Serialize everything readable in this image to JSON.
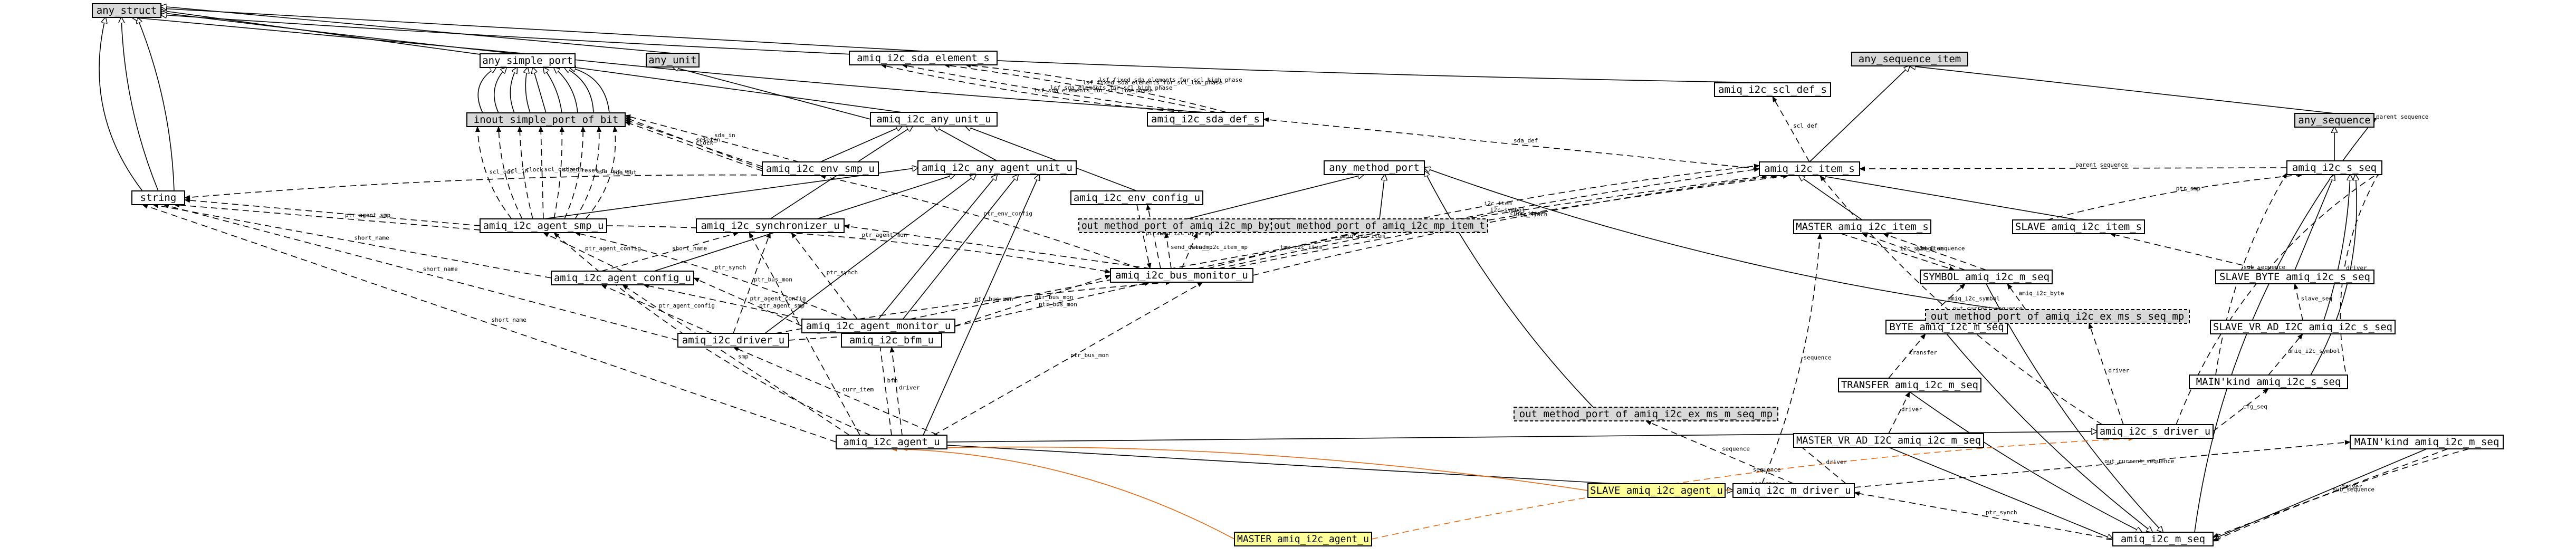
{
  "diagram": {
    "nodes": [
      {
        "id": "any_struct",
        "label": "any_struct",
        "style": "gray"
      },
      {
        "id": "any_simple_port",
        "label": "any_simple_port",
        "style": "white"
      },
      {
        "id": "any_unit",
        "label": "any_unit",
        "style": "gray"
      },
      {
        "id": "amiq_i2c_sda_element_s",
        "label": "amiq_i2c_sda_element_s",
        "style": "white"
      },
      {
        "id": "inout_simple_port_of_bit",
        "label": "inout simple_port of bit",
        "style": "gray"
      },
      {
        "id": "amiq_i2c_any_unit_u",
        "label": "amiq_i2c_any_unit_u",
        "style": "white"
      },
      {
        "id": "amiq_i2c_sda_def_s",
        "label": "amiq_i2c_sda_def_s",
        "style": "white"
      },
      {
        "id": "amiq_i2c_scl_def_s",
        "label": "amiq_i2c_scl_def_s",
        "style": "white"
      },
      {
        "id": "any_sequence_item",
        "label": "any_sequence_item",
        "style": "gray"
      },
      {
        "id": "any_sequence",
        "label": "any_sequence",
        "style": "gray"
      },
      {
        "id": "amiq_i2c_env_smp_u",
        "label": "amiq_i2c_env_smp_u",
        "style": "white"
      },
      {
        "id": "amiq_i2c_any_agent_unit_u",
        "label": "amiq_i2c_any_agent_unit_u",
        "style": "white"
      },
      {
        "id": "any_method_port",
        "label": "any_method_port",
        "style": "white"
      },
      {
        "id": "amiq_i2c_item_s",
        "label": "amiq_i2c_item_s",
        "style": "white"
      },
      {
        "id": "amiq_i2c_s_seq",
        "label": "amiq_i2c_s_seq",
        "style": "white"
      },
      {
        "id": "string",
        "label": "string",
        "style": "white"
      },
      {
        "id": "amiq_i2c_env_config_u",
        "label": "amiq_i2c_env_config_u",
        "style": "white"
      },
      {
        "id": "omp_byte",
        "label": "out method_port of amiq_i2c_mp_byte_t",
        "style": "dashed-gray"
      },
      {
        "id": "omp_item",
        "label": "out method_port of amiq_i2c_mp_item_t",
        "style": "dashed-gray"
      },
      {
        "id": "master_item",
        "label": "MASTER amiq_i2c_item_s",
        "style": "white"
      },
      {
        "id": "slave_item",
        "label": "SLAVE amiq_i2c_item_s",
        "style": "white"
      },
      {
        "id": "amiq_i2c_agent_smp_u",
        "label": "amiq_i2c_agent_smp_u",
        "style": "white"
      },
      {
        "id": "amiq_i2c_synchronizer_u",
        "label": "amiq_i2c_synchronizer_u",
        "style": "white"
      },
      {
        "id": "amiq_i2c_bus_monitor_u",
        "label": "amiq_i2c_bus_monitor_u",
        "style": "white"
      },
      {
        "id": "symbol_m_seq",
        "label": "SYMBOL amiq_i2c_m_seq",
        "style": "white"
      },
      {
        "id": "slave_byte_s_seq",
        "label": "SLAVE_BYTE amiq_i2c_s_seq",
        "style": "white"
      },
      {
        "id": "amiq_i2c_agent_config_u",
        "label": "amiq_i2c_agent_config_u",
        "style": "white"
      },
      {
        "id": "byte_m_seq",
        "label": "BYTE amiq_i2c_m_seq",
        "style": "white"
      },
      {
        "id": "omp_ms_seq",
        "label": "out method_port of amiq_i2c_ex_ms_s_seq_mp",
        "style": "dashed-gray"
      },
      {
        "id": "slave_vr_ad_s_seq",
        "label": "SLAVE_VR_AD_I2C amiq_i2c_s_seq",
        "style": "white"
      },
      {
        "id": "amiq_i2c_agent_monitor_u",
        "label": "amiq_i2c_agent_monitor_u",
        "style": "white"
      },
      {
        "id": "amiq_i2c_driver_u",
        "label": "amiq_i2c_driver_u",
        "style": "white"
      },
      {
        "id": "amiq_i2c_bfm_u",
        "label": "amiq_i2c_bfm_u",
        "style": "white"
      },
      {
        "id": "transfer_m_seq",
        "label": "TRANSFER amiq_i2c_m_seq",
        "style": "white"
      },
      {
        "id": "main_s_seq",
        "label": "MAIN'kind amiq_i2c_s_seq",
        "style": "white"
      },
      {
        "id": "omp_m_seq",
        "label": "out method_port of amiq_i2c_ex_ms_m_seq_mp",
        "style": "dashed-gray"
      },
      {
        "id": "amiq_i2c_s_driver_u",
        "label": "amiq_i2c_s_driver_u",
        "style": "white"
      },
      {
        "id": "amiq_i2c_agent_u",
        "label": "amiq_i2c_agent_u",
        "style": "white"
      },
      {
        "id": "master_vr_ad_m_seq",
        "label": "MASTER_VR_AD_I2C amiq_i2c_m_seq",
        "style": "white"
      },
      {
        "id": "main_m_seq",
        "label": "MAIN'kind amiq_i2c_m_seq",
        "style": "white"
      },
      {
        "id": "slave_agent",
        "label": "SLAVE amiq_i2c_agent_u",
        "style": "yellow"
      },
      {
        "id": "amiq_i2c_m_driver_u",
        "label": "amiq_i2c_m_driver_u",
        "style": "white"
      },
      {
        "id": "master_agent",
        "label": "MASTER amiq_i2c_agent_u",
        "style": "yellow"
      },
      {
        "id": "amiq_i2c_m_seq",
        "label": "amiq_i2c_m_seq",
        "style": "white"
      }
    ],
    "edges": [
      {
        "id": "e1",
        "label": "lsf_sda_elements_for_scl_low_phase"
      },
      {
        "id": "e2",
        "label": "lsf_sda_elements_for_scl_high_phase"
      },
      {
        "id": "e3",
        "label": "lsf_fixed_sda_elements_for_scl_low_phase"
      },
      {
        "id": "e4",
        "label": "lsf_fixed_sda_elements_for_scl_high_phase"
      },
      {
        "id": "e5",
        "label": "scl_def"
      },
      {
        "id": "e6",
        "label": "sda_def"
      },
      {
        "id": "e7",
        "label": "reset_n"
      },
      {
        "id": "e8",
        "label": "scl_in"
      },
      {
        "id": "e9",
        "label": "clock"
      },
      {
        "id": "e10",
        "label": "sda_in"
      },
      {
        "id": "e11",
        "label": "scl_out"
      },
      {
        "id": "e12",
        "label": "scl_in"
      },
      {
        "id": "e13",
        "label": "clock"
      },
      {
        "id": "e14",
        "label": "scl_out_en"
      },
      {
        "id": "e15",
        "label": "sda_in"
      },
      {
        "id": "e16",
        "label": "reset_n"
      },
      {
        "id": "e17",
        "label": "sda_out_en"
      },
      {
        "id": "e18",
        "label": "sda_out"
      },
      {
        "id": "e19",
        "label": "parent_sequence"
      },
      {
        "id": "e20",
        "label": "parent_sequence"
      },
      {
        "id": "e21",
        "label": "ptr_smp"
      },
      {
        "id": "e22",
        "label": "ptr_sep"
      },
      {
        "id": "e23",
        "label": "ptr_env_config"
      },
      {
        "id": "e24",
        "label": "send_i2c_byte_mp"
      },
      {
        "id": "e25",
        "label": "send_data_mp"
      },
      {
        "id": "e26",
        "label": "send_i2c_item_mp"
      },
      {
        "id": "e27",
        "label": "tmp_i2c_item"
      },
      {
        "id": "e28",
        "label": "i2c_item"
      },
      {
        "id": "e29",
        "label": "i2c_symbol"
      },
      {
        "id": "e30",
        "label": "curr_item"
      },
      {
        "id": "e31",
        "label": "amiq_i2c_item"
      },
      {
        "id": "e32",
        "label": "i2c_symbol"
      },
      {
        "id": "e33",
        "label": "i2c_item"
      },
      {
        "id": "e34",
        "label": "sequence"
      },
      {
        "id": "e35",
        "label": "sub_sequence"
      },
      {
        "id": "e36",
        "label": "driver"
      },
      {
        "id": "e37",
        "label": "slave_transfer"
      },
      {
        "id": "e38",
        "label": "slave_seq"
      },
      {
        "id": "e39",
        "label": "amiq_i2c_symbol"
      },
      {
        "id": "e40",
        "label": "amiq_i2c_symbol"
      },
      {
        "id": "e41",
        "label": "amiq_i2c_byte"
      },
      {
        "id": "e42",
        "label": "transfer"
      },
      {
        "id": "e43",
        "label": "driver"
      },
      {
        "id": "e44",
        "label": "out_current_sequence"
      },
      {
        "id": "e45",
        "label": "driver"
      },
      {
        "id": "e46",
        "label": "sequence"
      },
      {
        "id": "e47",
        "label": "cfg_seq"
      },
      {
        "id": "e48",
        "label": "driver"
      },
      {
        "id": "e49",
        "label": "sequence"
      },
      {
        "id": "e50",
        "label": "out_current_sequence"
      },
      {
        "id": "e51",
        "label": "sequence"
      },
      {
        "id": "e52",
        "label": "sub_sequence"
      },
      {
        "id": "e53",
        "label": "driver"
      },
      {
        "id": "e54",
        "label": "ptr_synch"
      },
      {
        "id": "e55",
        "label": "ptr_synch"
      },
      {
        "id": "e56",
        "label": "short_name"
      },
      {
        "id": "e57",
        "label": "short_name"
      },
      {
        "id": "e58",
        "label": "short_name"
      },
      {
        "id": "e59",
        "label": "short_name"
      },
      {
        "id": "e60",
        "label": "ptr_agent_smp"
      },
      {
        "id": "e61",
        "label": "ptr_agent_config"
      },
      {
        "id": "e62",
        "label": "ptr_agent_config"
      },
      {
        "id": "e63",
        "label": "ptr_agent_config"
      },
      {
        "id": "e64",
        "label": "ptr_agent_smp"
      },
      {
        "id": "e65",
        "label": "ptr_synch"
      },
      {
        "id": "e66",
        "label": "ptr_synch"
      },
      {
        "id": "e67",
        "label": "ptr_bus_mon"
      },
      {
        "id": "e68",
        "label": "ptr_bus_mon"
      },
      {
        "id": "e69",
        "label": "ptr_bus_mon"
      },
      {
        "id": "e70",
        "label": "ptr_bus_mon"
      },
      {
        "id": "e71",
        "label": "ptr_bus_mon"
      },
      {
        "id": "e72",
        "label": "ptr_agent_mon"
      },
      {
        "id": "e73",
        "label": "ptr_agent_mon"
      },
      {
        "id": "e74",
        "label": "config"
      },
      {
        "id": "e75",
        "label": "smp"
      },
      {
        "id": "e76",
        "label": "mon"
      },
      {
        "id": "e77",
        "label": "bfm"
      },
      {
        "id": "e78",
        "label": "driver"
      },
      {
        "id": "e79",
        "label": "curr_item"
      },
      {
        "id": "e80",
        "label": "ptr_synch"
      }
    ]
  }
}
